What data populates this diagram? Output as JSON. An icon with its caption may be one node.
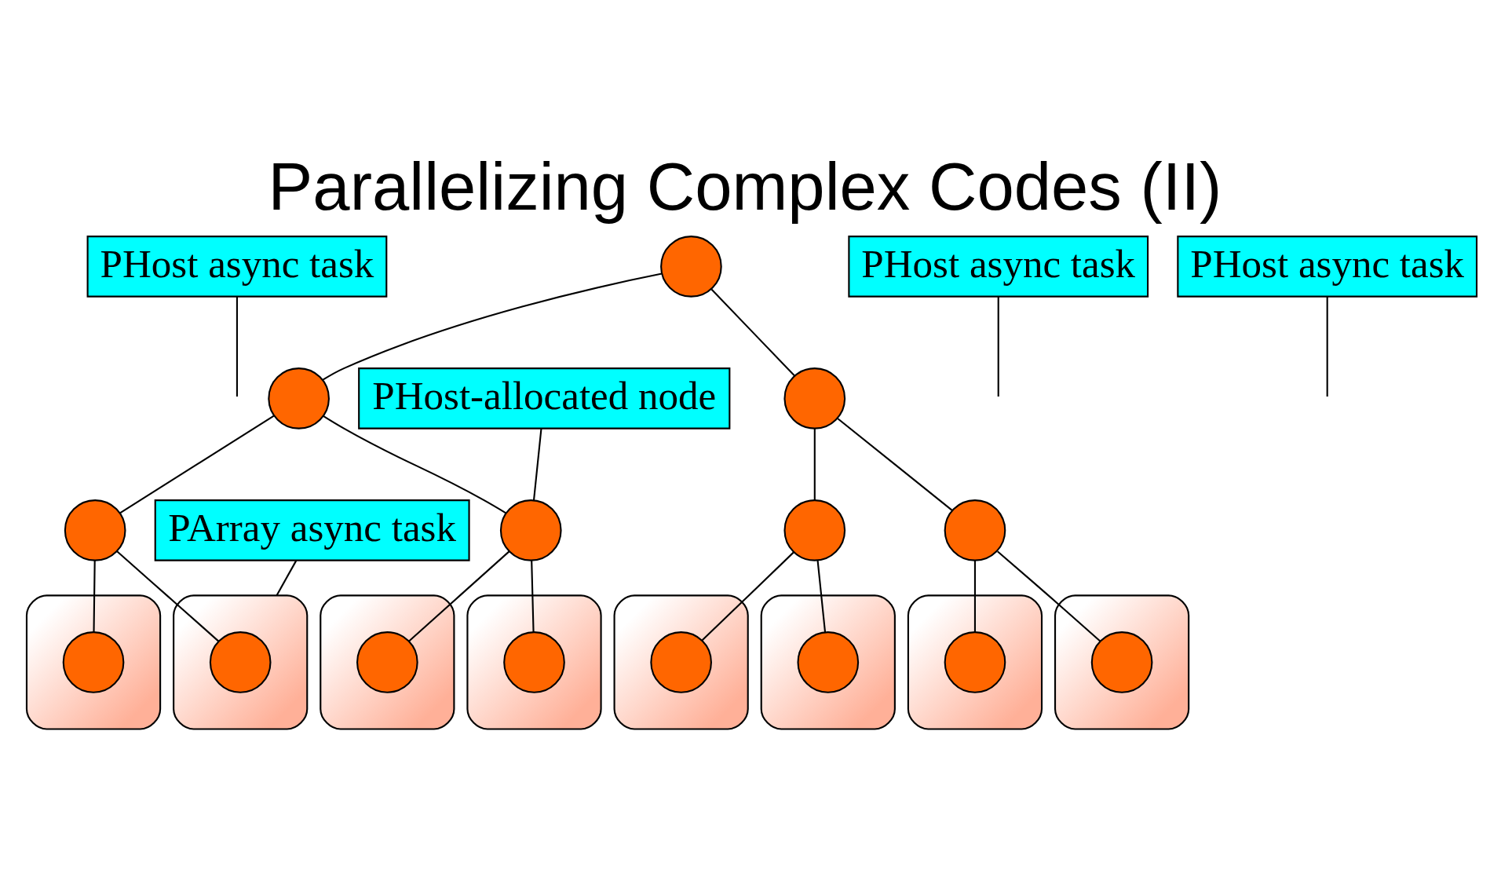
{
  "diagram": {
    "title": "Parallelizing Complex Codes (II)",
    "nodes": [
      {
        "text": [
          "PHost async task"
        ]
      },
      {
        "text": [],
        "shape": "circle"
      },
      {
        "text": [
          "PHost async task"
        ]
      },
      {
        "text": [],
        "shape": "circle"
      },
      {
        "text": [
          "PHost-allocated node"
        ]
      },
      {
        "text": [],
        "shape": "circle"
      },
      {
        "text": [
          "PHost async task"
        ]
      },
      {
        "text": [
          "PArray async task"
        ]
      },
      {
        "text": [],
        "shape": "circle"
      },
      {
        "text": [],
        "shape": "circle"
      },
      {
        "text": [],
        "shape": "circle"
      },
      {
        "text": [],
        "shape": "circle"
      },
      {
        "text": [],
        "shape": "ellipse"
      },
      {
        "text": [],
        "shape": "circle",
        "in": 12
      },
      {
        "text": [],
        "shape": "ellipse"
      },
      {
        "text": [],
        "shape": "circle",
        "in": 14
      },
      {
        "text": [],
        "shape": "ellipse"
      },
      {
        "text": [],
        "shape": "circle",
        "in": 16
      },
      {
        "text": [],
        "shape": "ellipse"
      },
      {
        "text": [],
        "shape": "circle",
        "in": 18
      },
      {
        "text": [],
        "shape": "ellipse"
      },
      {
        "text": [],
        "shape": "circle",
        "in": 20
      },
      {
        "text": [],
        "shape": "ellipse"
      },
      {
        "text": [],
        "shape": "circle",
        "in": 22
      },
      {
        "text": [],
        "shape": "ellipse"
      },
      {
        "text": [],
        "shape": "circle",
        "in": 24
      },
      {
        "text": [],
        "shape": "ellipse"
      },
      {
        "text": [],
        "shape": "circle",
        "in": 26
      }
    ],
    "edges": [
      {
        "from": 1,
        "to": 3,
        "arrow": "none"
      },
      {
        "from": 1,
        "to": 5,
        "arrow": "none"
      },
      {
        "from": 3,
        "to": 8,
        "arrow": "none"
      },
      {
        "from": 3,
        "to": 9,
        "arrow": "none"
      },
      {
        "from": 5,
        "to": 10,
        "arrow": "none"
      },
      {
        "from": 5,
        "to": 11,
        "arrow": "none"
      },
      {
        "from": 8,
        "to": 13,
        "arrow": "none"
      },
      {
        "from": 8,
        "to": 15,
        "arrow": "none"
      },
      {
        "from": 9,
        "to": 17,
        "arrow": "none"
      },
      {
        "from": 9,
        "to": 19,
        "arrow": "none"
      },
      {
        "from": 10,
        "to": 21,
        "arrow": "none"
      },
      {
        "from": 10,
        "to": 23,
        "arrow": "none"
      },
      {
        "from": 11,
        "to": 25,
        "arrow": "none"
      },
      {
        "from": 11,
        "to": 27,
        "arrow": "none"
      },
      {
        "from": 0,
        "to": null,
        "arrow": "none"
      },
      {
        "from": 2,
        "to": null,
        "arrow": "none"
      },
      {
        "from": 4,
        "to": 9,
        "arrow": "none"
      },
      {
        "from": 6,
        "to": null,
        "arrow": "none"
      },
      {
        "from": 7,
        "to": 12,
        "arrow": "none"
      }
    ]
  }
}
